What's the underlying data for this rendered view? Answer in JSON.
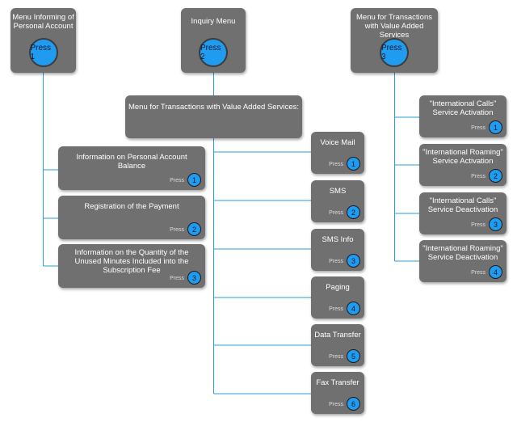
{
  "roots": [
    {
      "title": "Menu Informing of Personal Account",
      "button": "Press 1"
    },
    {
      "title": "Inquiry Menu",
      "button": "Press 2"
    },
    {
      "title": "Menu for Transactions with Value Added Services",
      "button": "Press 3"
    }
  ],
  "submenu_header": "Menu for Transactions with Value Added Services:",
  "press_label": "Press",
  "account_items": [
    {
      "label": "Information on Personal Account Balance",
      "num": "1"
    },
    {
      "label": "Registration of the Payment",
      "num": "2"
    },
    {
      "label": "Information on the Quantity of the Unused Minutes Included into the Subscription Fee",
      "num": "3"
    }
  ],
  "inquiry_items": [
    {
      "label": "Voice Mail",
      "num": "1"
    },
    {
      "label": "SMS",
      "num": "2"
    },
    {
      "label": "SMS Info",
      "num": "3"
    },
    {
      "label": "Paging",
      "num": "4"
    },
    {
      "label": "Data Transfer",
      "num": "5"
    },
    {
      "label": "Fax Transfer",
      "num": "6"
    }
  ],
  "vas_items": [
    {
      "label": "\"International Calls\" Service Activation",
      "num": "1"
    },
    {
      "label": "\"International Roaming\" Service Activation",
      "num": "2"
    },
    {
      "label": "\"International Calls\" Service Deactivation",
      "num": "3"
    },
    {
      "label": "\"International Roaming\" Service Deactivation",
      "num": "4"
    }
  ],
  "colors": {
    "box": "#707070",
    "button": "#1f9cf0",
    "connector": "#2a9fd6"
  }
}
